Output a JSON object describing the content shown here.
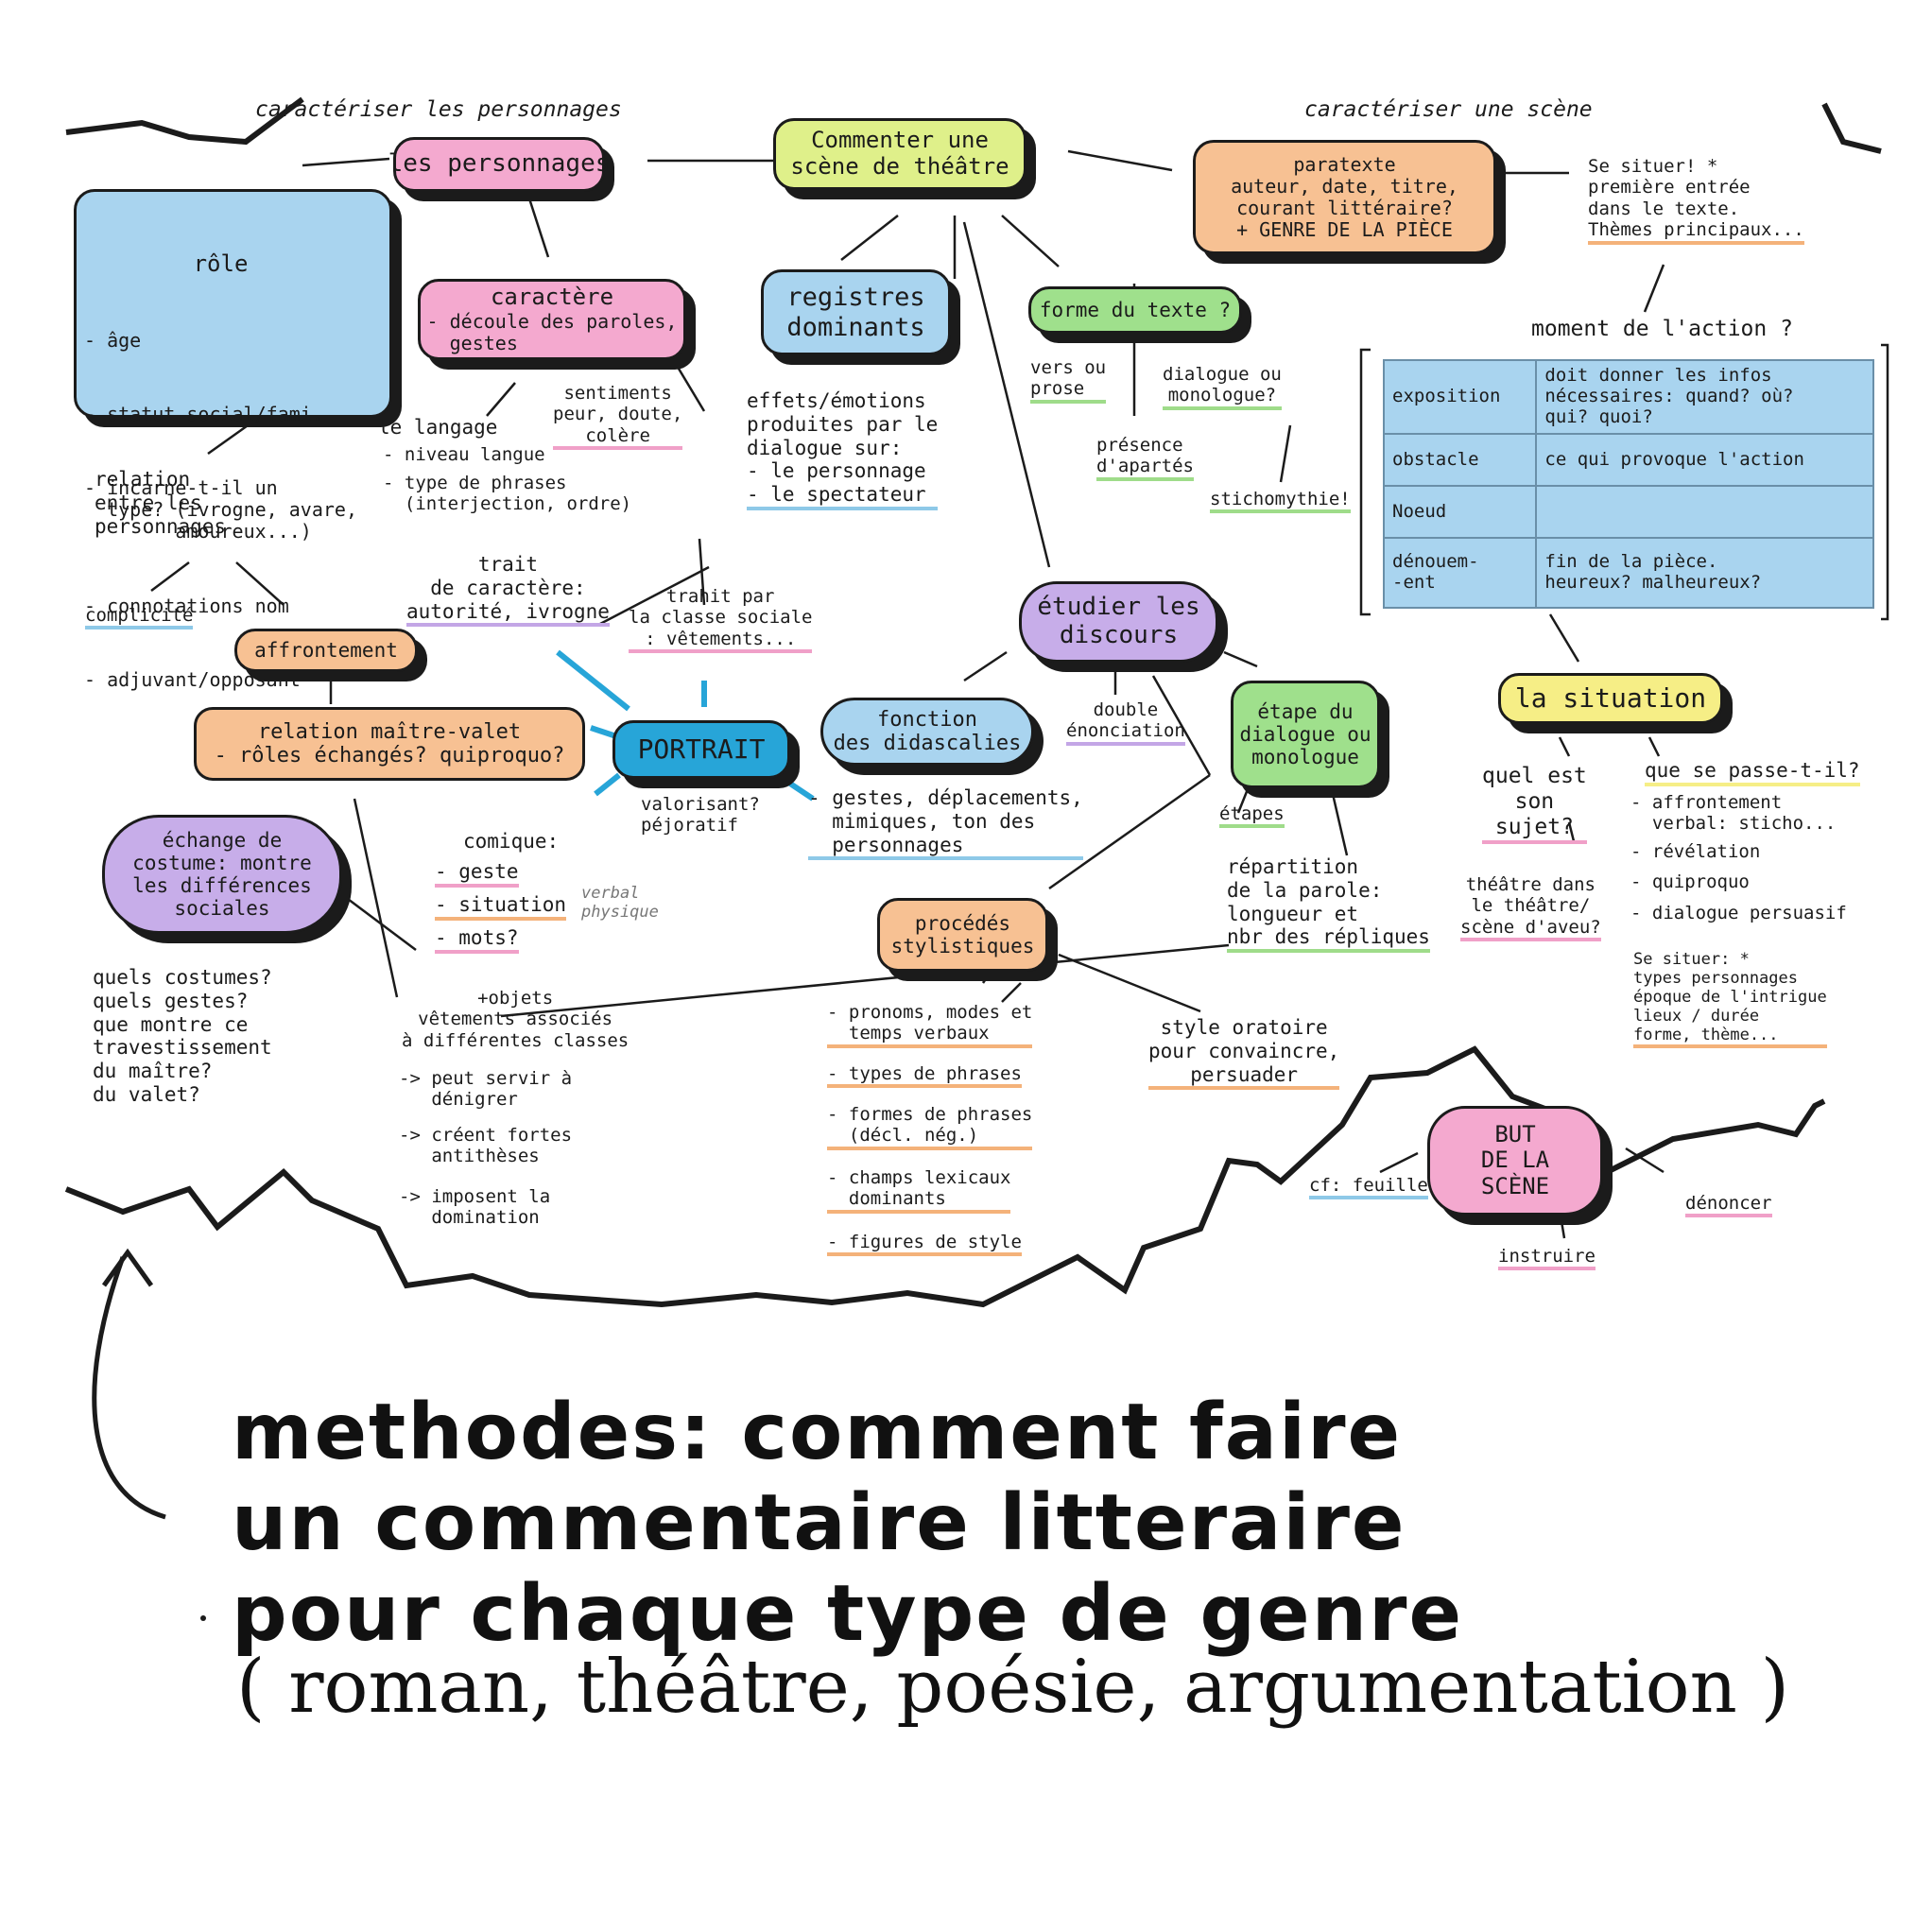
{
  "header": {
    "left_caption": "caractériser les personnages",
    "right_caption": "caractériser une scène"
  },
  "center": {
    "title": "Commenter une\nscène de théâtre"
  },
  "personnages": {
    "title": "les personnages",
    "role": {
      "title": "rôle",
      "items": [
        "- âge",
        "- statut social/fami.",
        "- incarne-t-il un\n  type? (ivrogne, avare,\n        amoureux...)",
        "- connotations nom",
        "- adjuvant/opposant"
      ]
    },
    "caractere": {
      "title": "caractère",
      "text": "- découle des paroles,\n  gestes"
    },
    "sentiments": "sentiments\npeur, doute,\ncolère",
    "langage": {
      "title": "le langage",
      "items": [
        "- niveau langue",
        "- type de phrases\n  (interjection, ordre)"
      ]
    },
    "relation": "relation\nentre les\npersonnages",
    "complicite": "complicité",
    "affrontement": "affrontement",
    "maitre_valet": "relation maître-valet\n- rôles échangés? quiproquo?",
    "echange_costume": "échange de\ncostume: montre\nles différences\nsociales",
    "costumes_questions": "quels costumes?\nquels gestes?\nque montre ce\ntravestissement\ndu maître?\ndu valet?",
    "comique": {
      "title": "comique:",
      "items": [
        "- geste",
        "- situation",
        "- mots?"
      ],
      "annotation": "verbal\nphysique"
    },
    "vetements": {
      "title": "+objets\nvêtements associés\nà différentes classes",
      "items": [
        "-> peut servir à\n   dénigrer",
        "-> créent fortes\n   antithèses",
        "-> imposent la\n   domination"
      ]
    },
    "trait_caractere": "trait\nde caractère:\nautorité, ivrogne",
    "trahit": "trahit par\nla classe sociale\n: vêtements...",
    "portrait": "PORTRAIT",
    "valorisant": "valorisant?\npéjoratif",
    "gestes_didascalies": "- gestes, déplacements,\n  mimiques, ton des\n  personnages"
  },
  "registres": {
    "title": "registres\ndominants",
    "text": "effets/émotions\nproduites par le\ndialogue sur:\n- le personnage\n- le spectateur"
  },
  "forme": {
    "title": "forme du texte ?",
    "vers": "vers ou\nprose",
    "dialogue": "dialogue ou\nmonologue?",
    "apartes": "présence\nd'apartés",
    "stichomythie": "stichomythie!"
  },
  "discours": {
    "title": "étudier les\ndiscours",
    "fonction": "fonction\ndes didascalies",
    "double": "double\nénonciation",
    "etape": "étape du\ndialogue ou\nmonologue",
    "etapes": "étapes",
    "repartition": "répartition\nde la parole:\nlongueur et\nnbr des répliques",
    "procedes": "procédés\nstylistiques",
    "procedes_items": [
      "- pronoms, modes et\n  temps verbaux",
      "- types de phrases",
      "- formes de phrases\n  (décl. nég.)",
      "- champs lexicaux\n  dominants",
      "- figures de style"
    ],
    "style_oratoire": "style oratoire\npour convaincre,\npersuader"
  },
  "paratexte": {
    "title": "paratexte",
    "text": "auteur, date, titre,\ncourant littéraire?\n+ GENRE DE LA PIÈCE",
    "se_situer": "Se situer! *\npremière entrée\ndans le texte.\nThèmes principaux..."
  },
  "moment": {
    "title": "moment de l'action ?",
    "rows": [
      [
        "exposition",
        "doit donner les infos\nnécessaires: quand? où?\nqui? quoi?"
      ],
      [
        "obstacle",
        "ce qui provoque l'action"
      ],
      [
        "Noeud",
        ""
      ],
      [
        "dénouem-\n-ent",
        "fin de la pièce.\nheureux? malheureux?"
      ]
    ]
  },
  "situation": {
    "title": "la situation",
    "sujet": "quel est\nson\nsujet?",
    "theatre": "théâtre dans\nle théâtre/\nscène d'aveu?",
    "que_se_passe": "que se passe-t-il?",
    "items": [
      "- affrontement\n  verbal: sticho...",
      "- révélation",
      "- quiproquo",
      "- dialogue persuasif"
    ],
    "se_situer": "Se situer: *\ntypes personnages\népoque de l'intrigue\nlieux / durée\nforme, thème..."
  },
  "but": {
    "title": "BUT\nDE LA\nSCÈNE",
    "cf": "cf: feuille",
    "denoncer": "dénoncer",
    "instruire": "instruire"
  },
  "footer": {
    "title": "methodes: comment faire\nun commentaire litteraire\npour chaque type de genre",
    "subtitle": "( roman, théâtre, poésie, argumentation )"
  },
  "colors": {
    "center": "#dff08a",
    "pink": "#f4a9cf",
    "blue": "#a9d4ef",
    "orange": "#f7c193",
    "green": "#9fe08c",
    "purple": "#c7ade9",
    "yellow": "#f6ee86",
    "portrait": "#27a5d8"
  }
}
